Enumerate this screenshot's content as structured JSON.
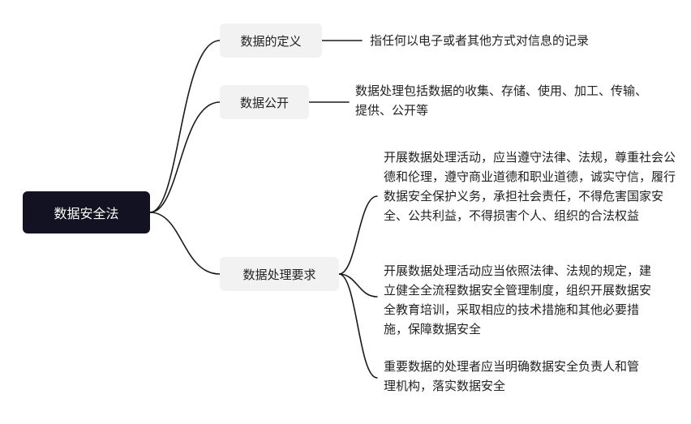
{
  "root": {
    "label": "数据安全法"
  },
  "branches": [
    {
      "label": "数据的定义",
      "leaves": [
        "指任何以电子或者其他方式对信息的记录"
      ]
    },
    {
      "label": "数据公开",
      "leaves": [
        "数据处理包括数据的收集、存储、使用、加工、传输、提供、公开等"
      ]
    },
    {
      "label": "数据处理要求",
      "leaves": [
        "开展数据处理活动，应当遵守法律、法规，尊重社会公德和伦理，遵守商业道德和职业道德，诚实守信，履行数据安全保护义务，承担社会责任，不得危害国家安全、公共利益，不得损害个人、组织的合法权益",
        "开展数据处理活动应当依照法律、法规的规定，建立健全全流程数据安全管理制度，组织开展数据安全教育培训，采取相应的技术措施和其他必要措施，保障数据安全",
        "重要数据的处理者应当明确数据安全负责人和管理机构，落实数据安全"
      ]
    }
  ],
  "colors": {
    "root_bg": "#121222",
    "root_text": "#ffffff",
    "branch_bg": "#f2f2f2",
    "line": "#1a1a1a",
    "text": "#222222"
  }
}
